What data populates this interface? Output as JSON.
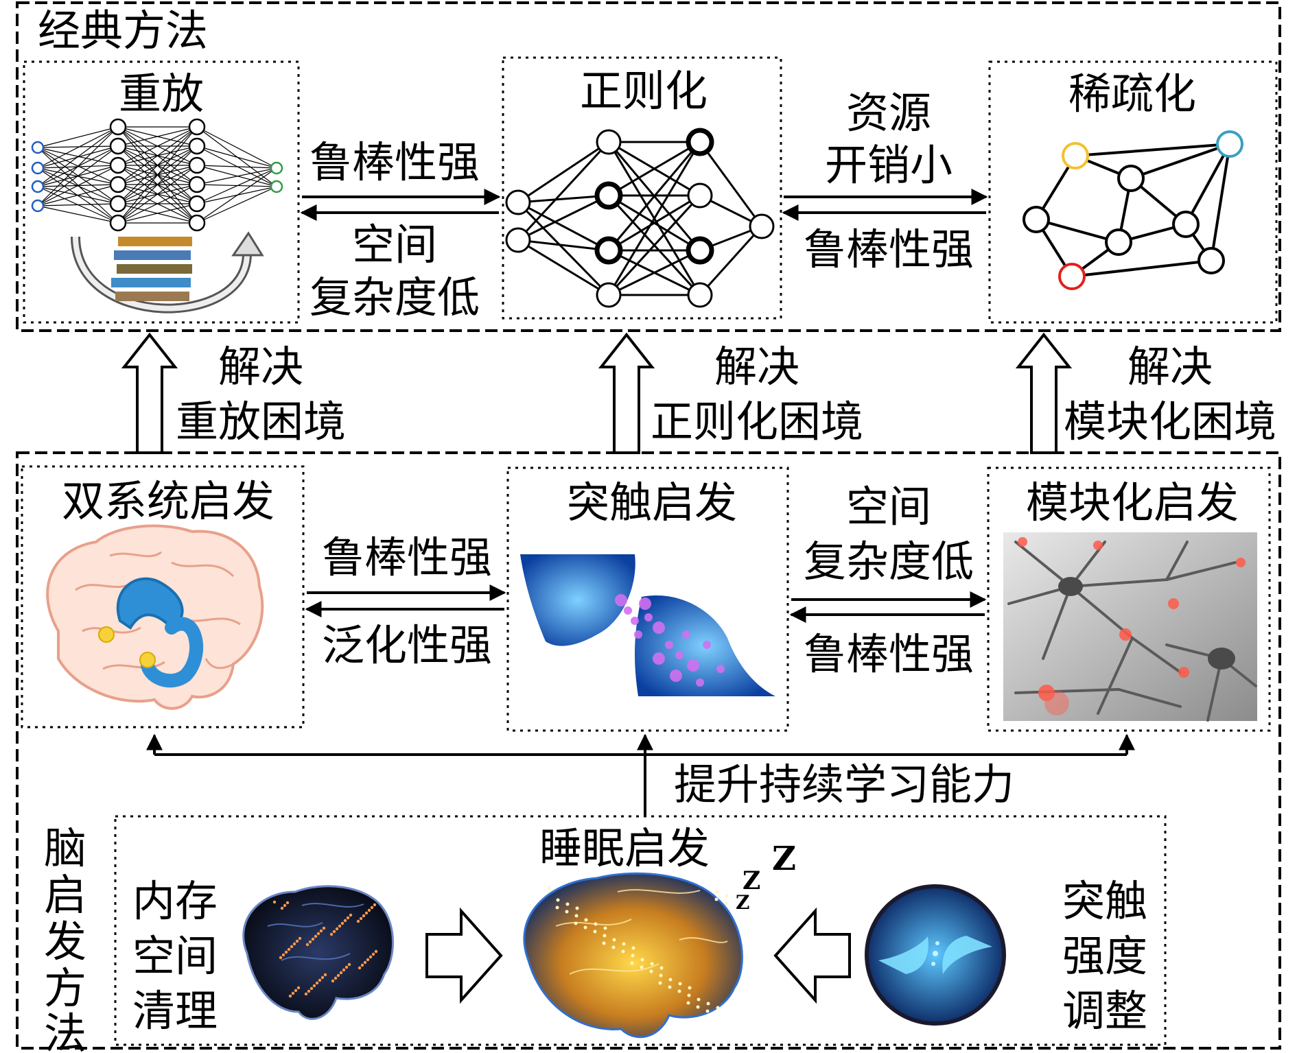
{
  "classical": {
    "title": "经典方法",
    "replay": {
      "title": "重放"
    },
    "regularization": {
      "title": "正则化"
    },
    "sparsification": {
      "title": "稀疏化"
    },
    "left_link": {
      "top": "鲁棒性强",
      "bottom_1": "空间",
      "bottom_2": "复杂度低"
    },
    "right_link": {
      "top_1": "资源",
      "top_2": "开销小",
      "bottom": "鲁棒性强"
    }
  },
  "solves": [
    {
      "line1": "解决",
      "line2": "重放困境"
    },
    {
      "line1": "解决",
      "line2": "正则化困境"
    },
    {
      "line1": "解决",
      "line2": "模块化困境"
    }
  ],
  "brain": {
    "title_chars": [
      "脑",
      "启",
      "发",
      "方",
      "法"
    ],
    "dual_system": {
      "title": "双系统启发"
    },
    "synapse": {
      "title": "突触启发"
    },
    "modular": {
      "title": "模块化启发"
    },
    "left_link": {
      "top": "鲁棒性强",
      "bottom": "泛化性强"
    },
    "right_link": {
      "top_1": "空间",
      "top_2": "复杂度低",
      "bottom": "鲁棒性强"
    },
    "improve": "提升持续学习能力",
    "sleep": {
      "title": "睡眠启发",
      "left_1": "内存",
      "left_2": "空间",
      "left_3": "清理",
      "right_1": "突触",
      "right_2": "强度",
      "right_3": "调整"
    }
  },
  "icons": [
    "neural-network-icon",
    "graph-icon",
    "brain-icon",
    "synapse-icon",
    "neuron-icon",
    "sleep-icon"
  ],
  "colors": {
    "node_blue": "#1f5fbf",
    "node_green": "#2e9b4a",
    "node_yellow": "#f2c12e",
    "node_cyan": "#3aa0c0",
    "node_red": "#e02020",
    "brain_blue": "#2f7fd6",
    "neuron_red": "#ff5a4a"
  }
}
